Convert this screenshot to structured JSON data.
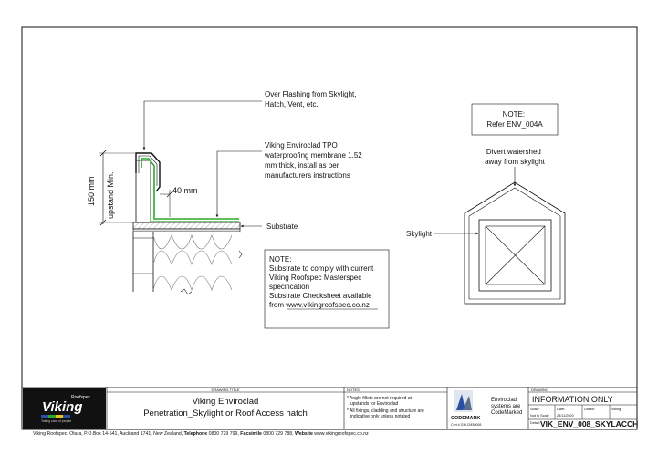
{
  "drawing": {
    "over_flashing": [
      "Over Flashing from Skylight,",
      "Hatch, Vent, etc."
    ],
    "tpo": [
      "Viking Enviroclad TPO",
      "waterproofing membrane 1.52",
      "mm thick, install as per",
      "manufacturers instructions"
    ],
    "dim_40": "40 mm",
    "dim_150": "150 mm",
    "dim_upstand": "upstand Min.",
    "substrate": "Substrate",
    "note_title": "NOTE:",
    "note_lines": [
      "Substrate to comply with current",
      "Viking Roofspec Masterspec",
      "specification",
      "Substrate Checksheet available",
      "from www.vikingroofspec.co.nz"
    ],
    "note2": [
      "NOTE:",
      "Refer ENV_004A"
    ],
    "divert": [
      "Divert watershed",
      "away from skylight"
    ],
    "skylight": "Skylight"
  },
  "title_block": {
    "logo_small": "Roofspec",
    "logo_main": "Viking",
    "logo_tag": "Taking care of people",
    "drawing_title_label": "DRAWING TITLE",
    "title_line1": "Viking Enviroclad",
    "title_line2": "Penetration_Skylight or Roof Access hatch",
    "notes_label": "NOTES",
    "notes": [
      "* Angle fillets are not required at",
      "upstands for Enviroclad",
      "* All fixings, cladding and structure are",
      "indicative only unless notated"
    ],
    "codemark": "CODEMARK",
    "cert": "Cert # GM-CM30008",
    "codemark_text": [
      "Enviroclad",
      "systems are",
      "CodeMarked"
    ],
    "drawing_label": "DRAWING",
    "info_only": "INFORMATION ONLY",
    "scale_label": "Scale:",
    "scale_value": "Not to Scale",
    "date_label": "Date:",
    "date_value": "23/11/2020",
    "drawn_label": "Drawn:",
    "drawn_value": "Viking",
    "detail_label": "Detail:",
    "detail_value": "VIK_ENV_008_SKYLACCH"
  },
  "footer": {
    "address": "Viking Roofspec, Otara, P.O.Box 14-541, Auckland 1741, New Zealand,",
    "telephone_label": "Telephone",
    "telephone": "0800 729 799,",
    "facsimile_label": "Facsimile",
    "facsimile": "0800 729 788,",
    "website_label": "Website",
    "website": "www.vikingroofspec.co.nz"
  }
}
